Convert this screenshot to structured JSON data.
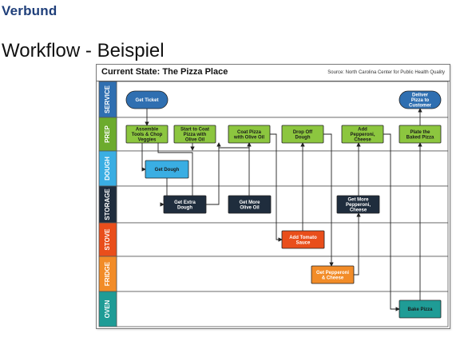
{
  "header": {
    "brand": "Verbund",
    "slide_title": "Workflow - Beispiel"
  },
  "diagram": {
    "title": "Current State: The Pizza Place",
    "source": "Source: North Carolina Center for Public Health Quality",
    "lanes": [
      {
        "label": "SERVICE",
        "color": "#2f6fb1"
      },
      {
        "label": "PREP",
        "color": "#6cab2d"
      },
      {
        "label": "DOUGH",
        "color": "#3aaee3"
      },
      {
        "label": "STORAGE",
        "color": "#1f2d3d"
      },
      {
        "label": "STOVE",
        "color": "#e94e1b"
      },
      {
        "label": "FRIDGE",
        "color": "#f28c28"
      },
      {
        "label": "OVEN",
        "color": "#1f9c96"
      }
    ],
    "boxes": [
      {
        "id": "get-ticket",
        "lines": [
          "Get Ticket"
        ],
        "fill": "#2f6fb1",
        "text": "#ffffff"
      },
      {
        "id": "deliver-pizza",
        "lines": [
          "Deliver",
          "Pizza to",
          "Customer"
        ],
        "fill": "#2f6fb1",
        "text": "#ffffff"
      },
      {
        "id": "assemble-tools",
        "lines": [
          "Assemble",
          "Tools & Chop",
          "Veggies"
        ],
        "fill": "#8cc63f",
        "text": "#1a1a1a"
      },
      {
        "id": "start-coat",
        "lines": [
          "Start to Coat",
          "Pizza with",
          "Olive Oil"
        ],
        "fill": "#8cc63f",
        "text": "#1a1a1a"
      },
      {
        "id": "coat-pizza",
        "lines": [
          "Coat Pizza",
          "with Olive Oil"
        ],
        "fill": "#8cc63f",
        "text": "#1a1a1a"
      },
      {
        "id": "drop-dough",
        "lines": [
          "Drop Off",
          "Dough"
        ],
        "fill": "#8cc63f",
        "text": "#1a1a1a"
      },
      {
        "id": "add-pepperoni",
        "lines": [
          "Add",
          "Pepperoni,",
          "Cheese"
        ],
        "fill": "#8cc63f",
        "text": "#1a1a1a"
      },
      {
        "id": "plate-pizza",
        "lines": [
          "Plate the",
          "Baked Pizza"
        ],
        "fill": "#8cc63f",
        "text": "#1a1a1a"
      },
      {
        "id": "get-dough",
        "lines": [
          "Get Dough"
        ],
        "fill": "#3aaee3",
        "text": "#1a1a1a"
      },
      {
        "id": "get-extra-dough",
        "lines": [
          "Get Extra",
          "Dough"
        ],
        "fill": "#1f2d3d",
        "text": "#ffffff"
      },
      {
        "id": "get-more-oil",
        "lines": [
          "Get More",
          "Olive Oil"
        ],
        "fill": "#1f2d3d",
        "text": "#ffffff"
      },
      {
        "id": "get-more-pepperoni",
        "lines": [
          "Get More",
          "Pepperoni,",
          "Cheese"
        ],
        "fill": "#1f2d3d",
        "text": "#ffffff"
      },
      {
        "id": "add-tomato",
        "lines": [
          "Add Tomato",
          "Sauce"
        ],
        "fill": "#e94e1b",
        "text": "#ffffff"
      },
      {
        "id": "get-pepperoni-cheese",
        "lines": [
          "Get Pepperoni",
          "& Cheese"
        ],
        "fill": "#f28c28",
        "text": "#ffffff"
      },
      {
        "id": "bake-pizza",
        "lines": [
          "Bake Pizza"
        ],
        "fill": "#1f9c96",
        "text": "#1a1a1a"
      }
    ]
  }
}
